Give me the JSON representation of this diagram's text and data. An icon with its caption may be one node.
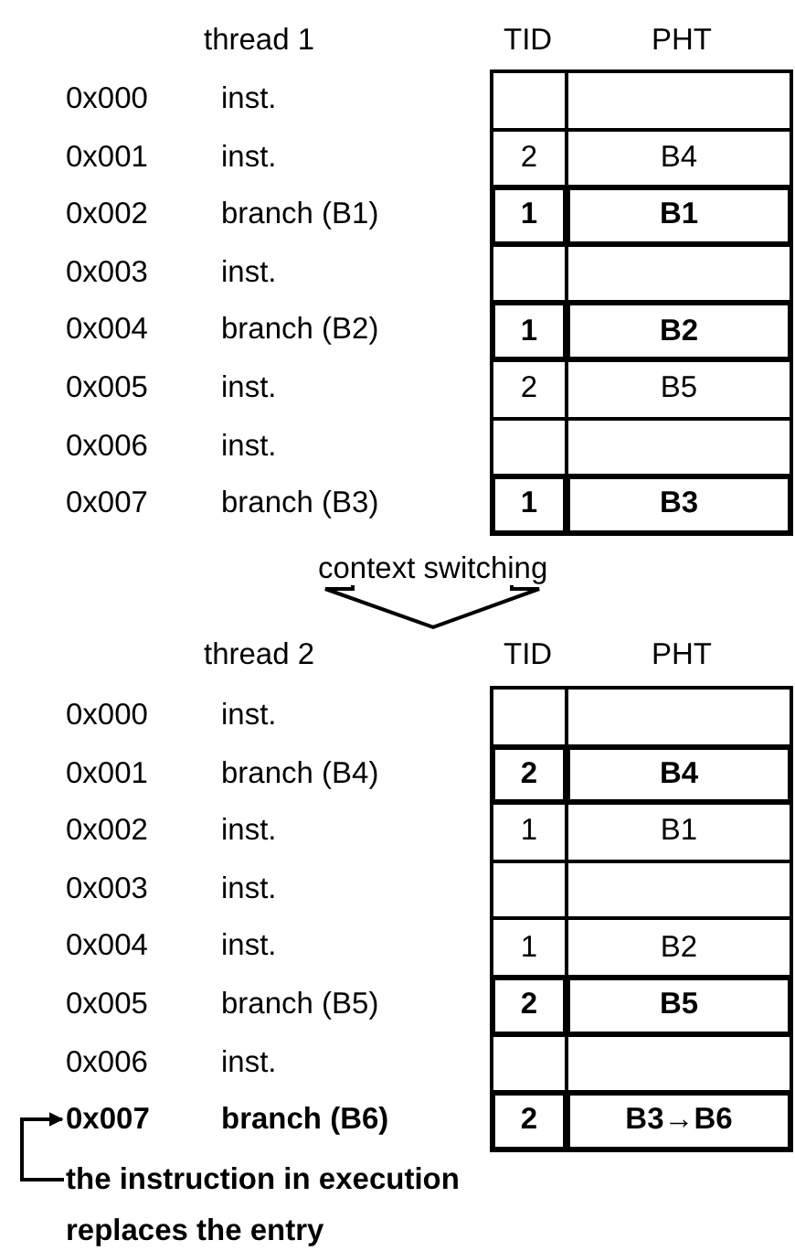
{
  "diagram": {
    "nodes": [
      {
        "text": [],
        "shape": "box"
      },
      {
        "text": [],
        "shape": "box"
      },
      {
        "text": [
          "2"
        ]
      },
      {
        "text": [
          "B4"
        ]
      },
      {
        "text": [
          "1"
        ]
      },
      {
        "text": [
          "B1"
        ]
      },
      {
        "text": [],
        "shape": "box"
      },
      {
        "text": [],
        "shape": "box"
      },
      {
        "text": [
          "1"
        ]
      },
      {
        "text": [
          "B2"
        ]
      },
      {
        "text": [
          "2"
        ]
      },
      {
        "text": [
          "B5"
        ]
      },
      {
        "text": [],
        "shape": "box"
      },
      {
        "text": [],
        "shape": "box"
      },
      {
        "text": [
          "1"
        ]
      },
      {
        "text": [
          "B3"
        ]
      },
      {
        "text": [],
        "shape": "box"
      },
      {
        "text": [],
        "shape": "box"
      },
      {
        "text": [
          "2"
        ]
      },
      {
        "text": [
          "B4"
        ]
      },
      {
        "text": [
          "1"
        ]
      },
      {
        "text": [
          "B1"
        ]
      },
      {
        "text": [],
        "shape": "box"
      },
      {
        "text": [],
        "shape": "box"
      },
      {
        "text": [
          "1"
        ]
      },
      {
        "text": [
          "B2"
        ]
      },
      {
        "text": [
          "2"
        ]
      },
      {
        "text": [
          "B5"
        ]
      },
      {
        "text": [],
        "shape": "box"
      },
      {
        "text": [],
        "shape": "box"
      },
      {
        "text": [
          "2"
        ]
      },
      {
        "text": [
          "B3→**B6**"
        ]
      },
      {
        "text": [
          "0x007",
          "branch (B6)"
        ]
      },
      {
        "text": [
          "the instruction in execution replaces the entry"
        ]
      }
    ],
    "edges": [
      {
        "from": 33,
        "to": 32,
        "arrow": "to"
      }
    ],
    "labels": [
      "thread 1",
      "TID",
      "PHT",
      "0x000",
      "inst.",
      "0x001",
      "inst.",
      "0x002",
      "branch (B1)",
      "0x003",
      "inst.",
      "0x004",
      "branch (B2)",
      "0x005",
      "inst.",
      "0x006",
      "inst.",
      "0x007",
      "branch (B3)",
      "context switching",
      "thread 2",
      "TID",
      "PHT",
      "0x000",
      "inst.",
      "0x001",
      "branch (B4)",
      "0x002",
      "inst.",
      "0x003",
      "inst.",
      "0x004",
      "inst.",
      "0x005",
      "branch (B5)",
      "0x006",
      "inst."
    ]
  }
}
